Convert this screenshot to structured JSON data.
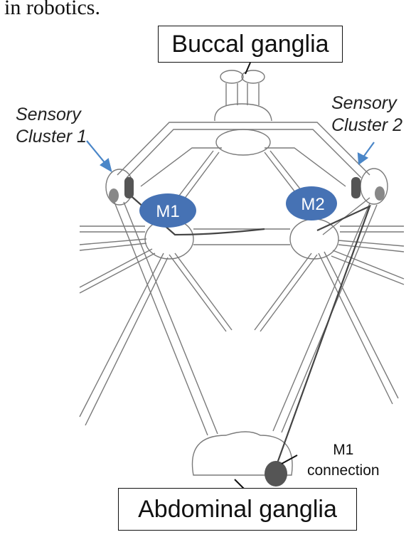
{
  "header_fragment": "in robotics.",
  "labels": {
    "buccal_ganglia": "Buccal ganglia",
    "abdominal_ganglia": "Abdominal ganglia",
    "sensory_cluster_1": [
      "Sensory",
      "Cluster 1"
    ],
    "sensory_cluster_2": [
      "Sensory",
      "Cluster 2"
    ],
    "m1": "M1",
    "m2": "M2",
    "m1_connection": [
      "M1",
      "connection"
    ]
  },
  "colors": {
    "neuron_blue": "#4672b4",
    "node_gray": "#555555",
    "arrow_blue": "#4a86c8",
    "line_gray": "#7a7a7a"
  }
}
